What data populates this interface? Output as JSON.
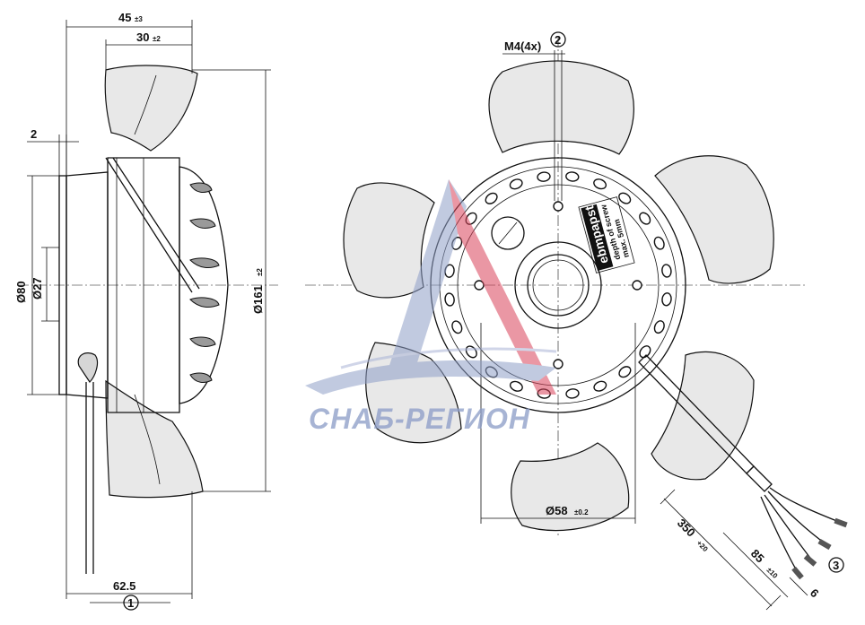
{
  "dimensions": {
    "overall_depth": {
      "value": "45",
      "tol": "±3"
    },
    "blade_depth": {
      "value": "30",
      "tol": "±2"
    },
    "flange": {
      "value": "2"
    },
    "diameter_80": {
      "value": "Ø80"
    },
    "diameter_27": {
      "value": "Ø27"
    },
    "diameter_161": {
      "value": "Ø161",
      "tol": "±2"
    },
    "length_62_5": {
      "value": "62.5"
    },
    "diameter_58": {
      "value": "Ø58",
      "tol": "±0.2"
    },
    "cable_350": {
      "value": "350",
      "tol": "+20"
    },
    "cable_85": {
      "value": "85",
      "tol": "±10"
    },
    "strip_6": {
      "value": "6"
    },
    "thread": {
      "value": "M4(4x)"
    }
  },
  "callouts": [
    "1",
    "2",
    "3"
  ],
  "label": {
    "brand": "ebmpapst",
    "line1": "depth of screw",
    "line2": "max. 5mm"
  },
  "watermark": {
    "text": "СНАБ-РЕГИОН",
    "color": "#8f9fc8",
    "accent": "#d9435a"
  }
}
